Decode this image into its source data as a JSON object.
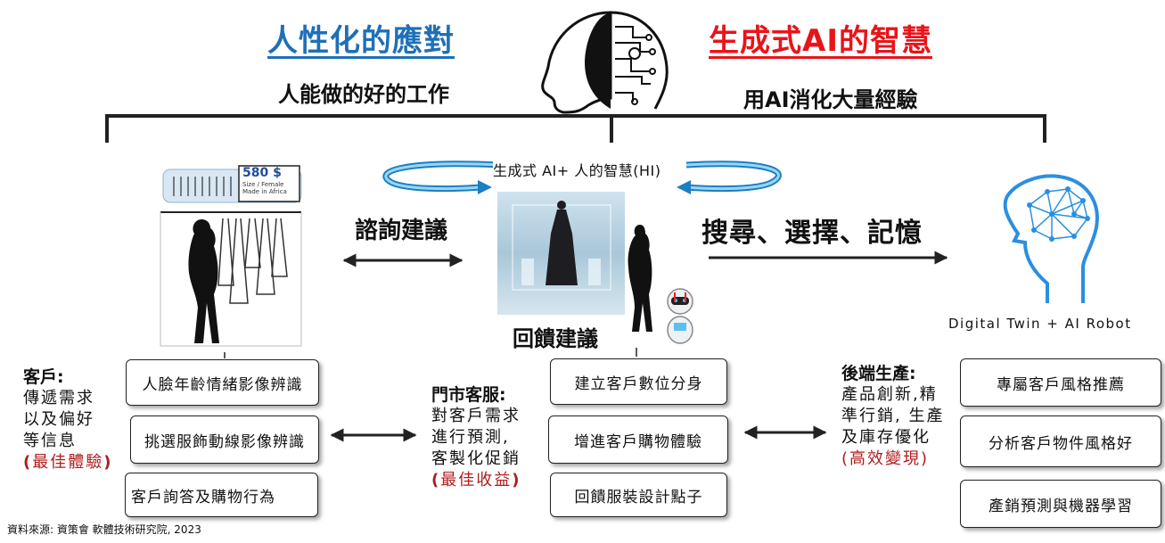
{
  "header": {
    "left_title": "人性化的應對",
    "left_subtitle": "人能做的好的工作",
    "right_title": "生成式AI的智慧",
    "right_subtitle": "用AI消化大量經驗"
  },
  "center": {
    "cycle_label": "生成式 AI+ 人的智慧(HI)",
    "consult_label": "諮詢建議",
    "search_label": "搜尋、選擇、記憶",
    "feedback_label": "回饋建議"
  },
  "store_card": {
    "price": "580 $",
    "line1": "Size / Female",
    "line2": "Made in Africa"
  },
  "robot_label": "Digital Twin + AI Robot",
  "customer": {
    "heading": "客戶:",
    "lines": [
      "傳遞需求",
      "以及偏好",
      "等信息"
    ],
    "accent_open": "(",
    "accent": "最佳體驗",
    "accent_close": ")",
    "boxes": [
      "人臉年齡情緒影像辨識",
      "挑選服飾動線影像辨識",
      "客戶詢答及購物行為"
    ]
  },
  "store": {
    "heading": "門市客服:",
    "lines": [
      "對客戶需求",
      "進行預測,",
      "客製化促銷"
    ],
    "accent_open": "(",
    "accent": "最佳收益",
    "accent_close": ")",
    "boxes": [
      "建立客戶數位分身",
      "增進客戶購物體驗",
      "回饋服裝設計點子"
    ]
  },
  "backend": {
    "heading": "後端生產:",
    "lines": [
      "產品創新,精",
      "準行銷, 生產",
      "及庫存優化"
    ],
    "accent_open": "(",
    "accent": "高效變現",
    "accent_close": ")",
    "boxes": [
      "專屬客戶風格推薦",
      "分析客戶物件風格好",
      "產銷預測與機器學習"
    ]
  },
  "source_note": "資料來源: 資策會 軟體技術研究院, 2023",
  "colors": {
    "left_title": "#1f6fb8",
    "right_title": "#e8141a",
    "accent": "#b01c1c",
    "arc_blue": "#3aa3dc",
    "brain_blue": "#2b8fe0"
  }
}
